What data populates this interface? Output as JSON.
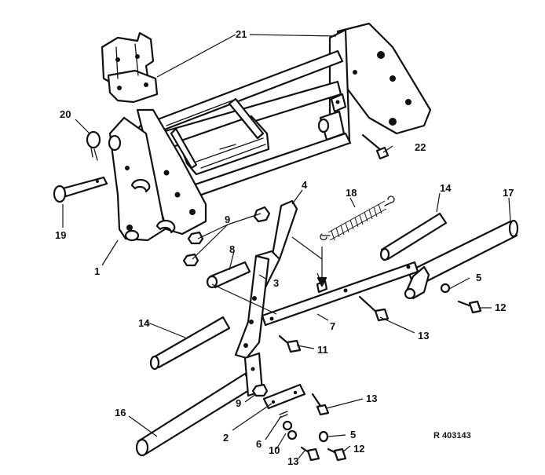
{
  "labels": {
    "l1": "1",
    "l2": "2",
    "l3": "3",
    "l4": "4",
    "l5a": "5",
    "l5b": "5",
    "l6": "6",
    "l7": "7",
    "l8": "8",
    "l9a": "9",
    "l9b": "9",
    "l10": "10",
    "l11": "11",
    "l12a": "12",
    "l12b": "12",
    "l13a": "13",
    "l13b": "13",
    "l13c": "13",
    "l14a": "14",
    "l14b": "14",
    "l16": "16",
    "l17": "17",
    "l18": "18",
    "l19": "19",
    "l20": "20",
    "l21": "21",
    "l22": "22"
  },
  "reference": "R 403143"
}
